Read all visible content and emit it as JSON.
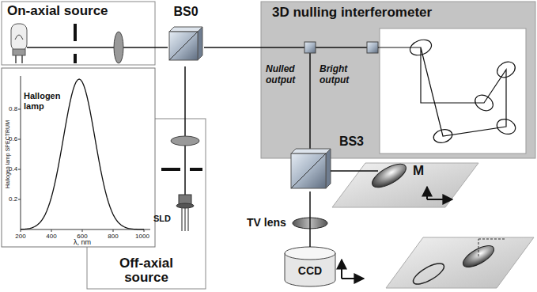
{
  "diagram": {
    "nodes": [
      {
        "text": [
          "On-axial source"
        ]
      },
      {
        "text": [
          "BS0"
        ]
      },
      {
        "text": [
          "3D nulling interferometer"
        ]
      },
      {
        "text": [
          "Off-axial source"
        ]
      },
      {
        "text": [
          "BS3"
        ]
      },
      {
        "text": [
          "CCD"
        ]
      }
    ],
    "edges": [
      {
        "from": 0,
        "to": 1,
        "arrow": "none"
      },
      {
        "from": 1,
        "to": 2,
        "arrow": "none"
      },
      {
        "from": 3,
        "to": 1,
        "arrow": "none"
      },
      {
        "from": 4,
        "to": 5,
        "arrow": "none"
      }
    ],
    "labels": [
      "Hallogen lamp",
      "Hallogen lamp SPECTRUM",
      "0.8",
      "0.6",
      "0.4",
      "0.2",
      "200",
      "400",
      "600",
      "800",
      "1000",
      "λ, nm",
      "Nulled output",
      "Bright output",
      "TV lens",
      "SLD",
      "M"
    ]
  }
}
